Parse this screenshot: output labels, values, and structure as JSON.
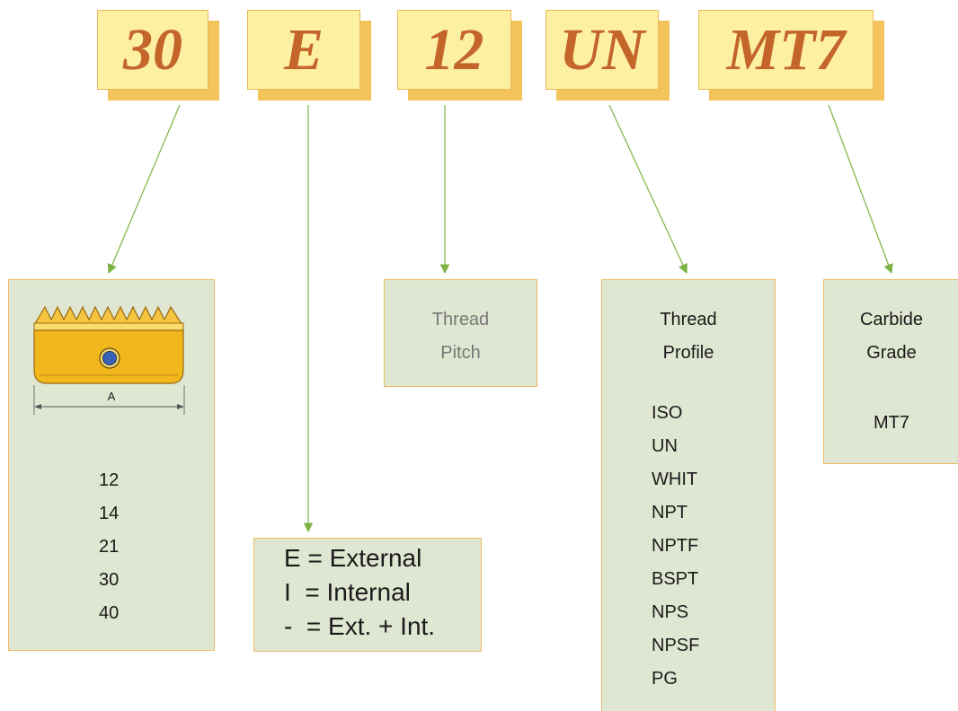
{
  "codes": [
    "30",
    "E",
    "12",
    "UN",
    "MT7"
  ],
  "insert": {
    "dimension_label": "A",
    "sizes": [
      "12",
      "14",
      "21",
      "30",
      "40"
    ]
  },
  "type_box": {
    "lines": [
      "E = External",
      "I  = Internal",
      "-  = Ext. + Int."
    ]
  },
  "pitch_box": {
    "line1": "Thread",
    "line2": "Pitch"
  },
  "profile_box": {
    "line1": "Thread",
    "line2": "Profile",
    "items": [
      "ISO",
      "UN",
      "WHIT",
      "NPT",
      "NPTF",
      "BSPT",
      "NPS",
      "NPSF",
      "PG"
    ]
  },
  "grade_box": {
    "line1": "Carbide",
    "line2": "Grade",
    "value": "MT7"
  },
  "colors": {
    "arrow": "#7cb342",
    "code_fill": "#fdf0a2",
    "code_shadow": "#f2c45a",
    "code_text": "#c4652b",
    "panel_fill": "#dfe6d1",
    "panel_border": "#f0b962"
  }
}
